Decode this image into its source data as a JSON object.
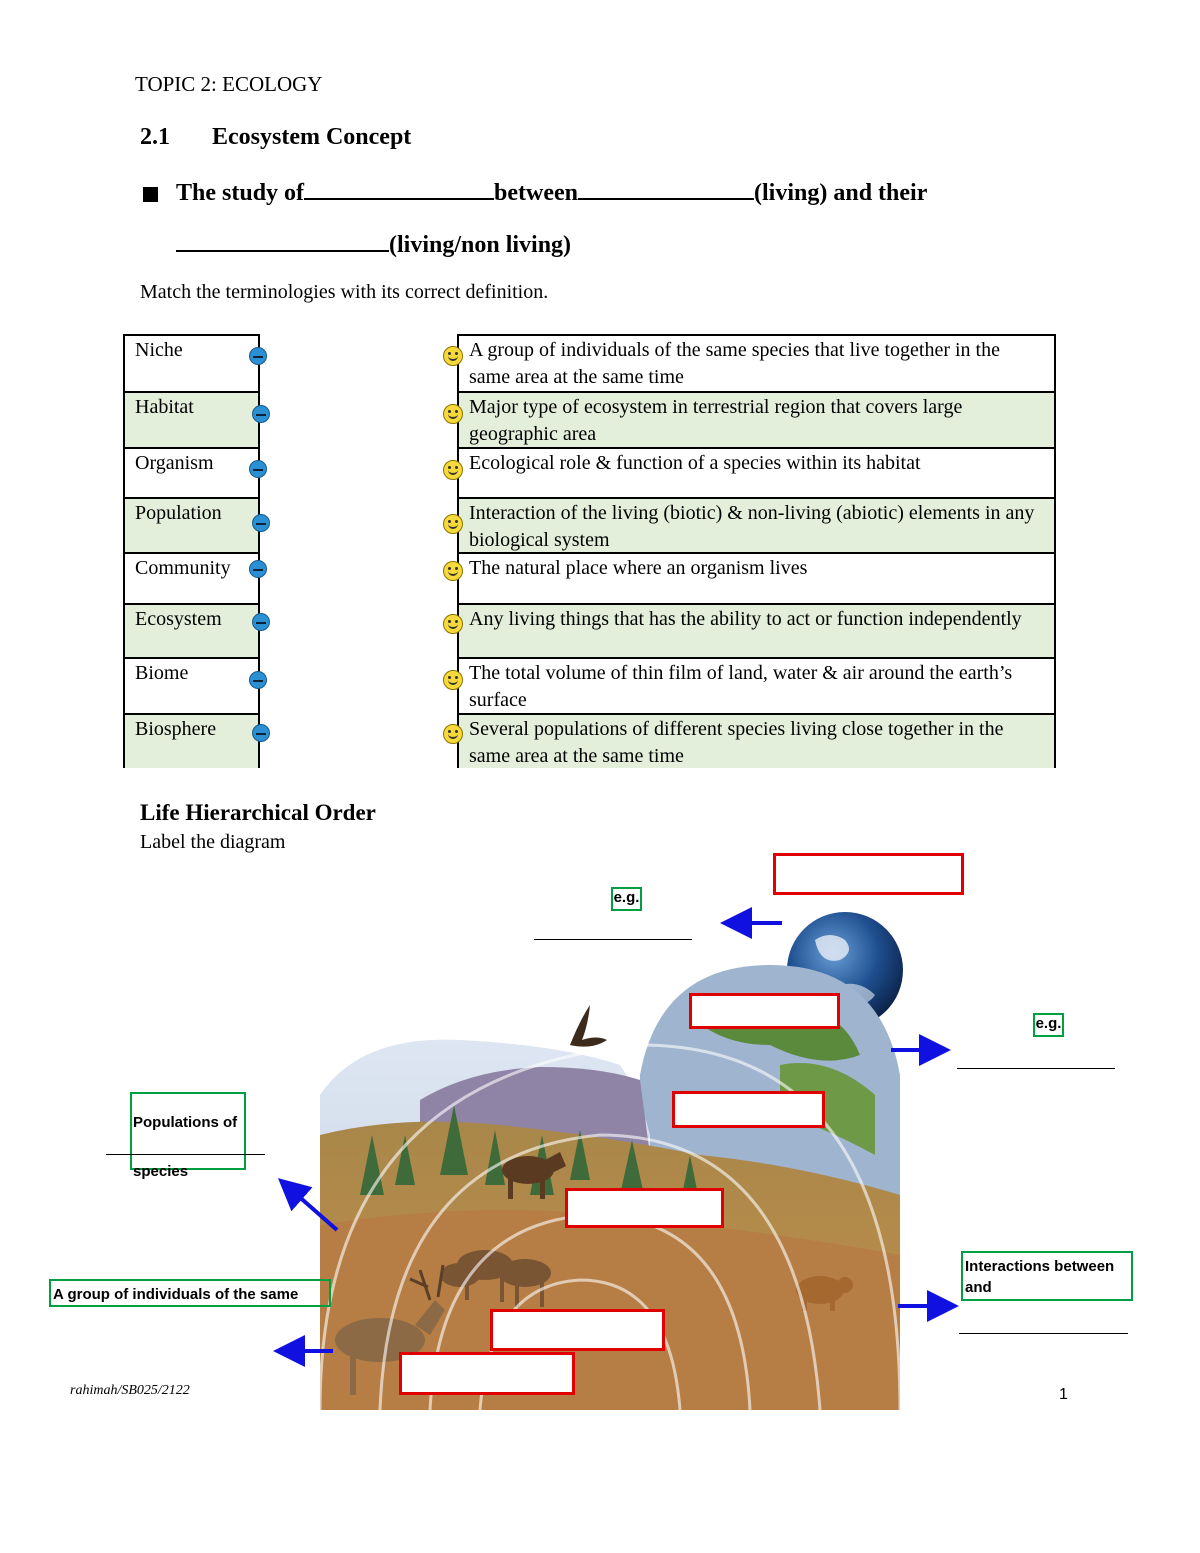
{
  "topic": "TOPIC 2: ECOLOGY",
  "section": {
    "number": "2.1",
    "title": "Ecosystem Concept"
  },
  "study_sentence": {
    "part1": "The study of",
    "part2": "between",
    "part3": "(living) and their",
    "part4": "(living/non living)"
  },
  "instruction": "Match the terminologies with its correct definition.",
  "terms": [
    "Niche",
    "Habitat",
    "Organism",
    "Population",
    "Community",
    "Ecosystem",
    "Biome",
    "Biosphere"
  ],
  "definitions": [
    "A group of individuals of the same species that live together in the same area at the same time",
    "Major type of ecosystem in terrestrial region that covers large geographic area",
    "Ecological role & function of a species within its habitat",
    "Interaction of the living (biotic) & non-living (abiotic) elements in any biological system",
    "The natural place where an organism lives",
    "Any living things that has the ability to act or function independently",
    "The total volume of thin film of land, water & air around the earth’s surface",
    "Several populations of different species living close together in the same area at the same time"
  ],
  "diagram": {
    "heading": "Life Hierarchical Order",
    "subheading": "Label the diagram",
    "eg_top": "e.g.",
    "eg_right": "e.g.",
    "populations_label": "Populations of species",
    "group_label": "A group of individuals of the same",
    "interactions_label": "Interactions between and"
  },
  "footer": {
    "author": "rahimah/SB025/2122",
    "page": "1"
  },
  "colors": {
    "red_box": "#e00000",
    "green_box": "#00a040",
    "arrow": "#1010e0",
    "row_green": "#e3efdb"
  }
}
